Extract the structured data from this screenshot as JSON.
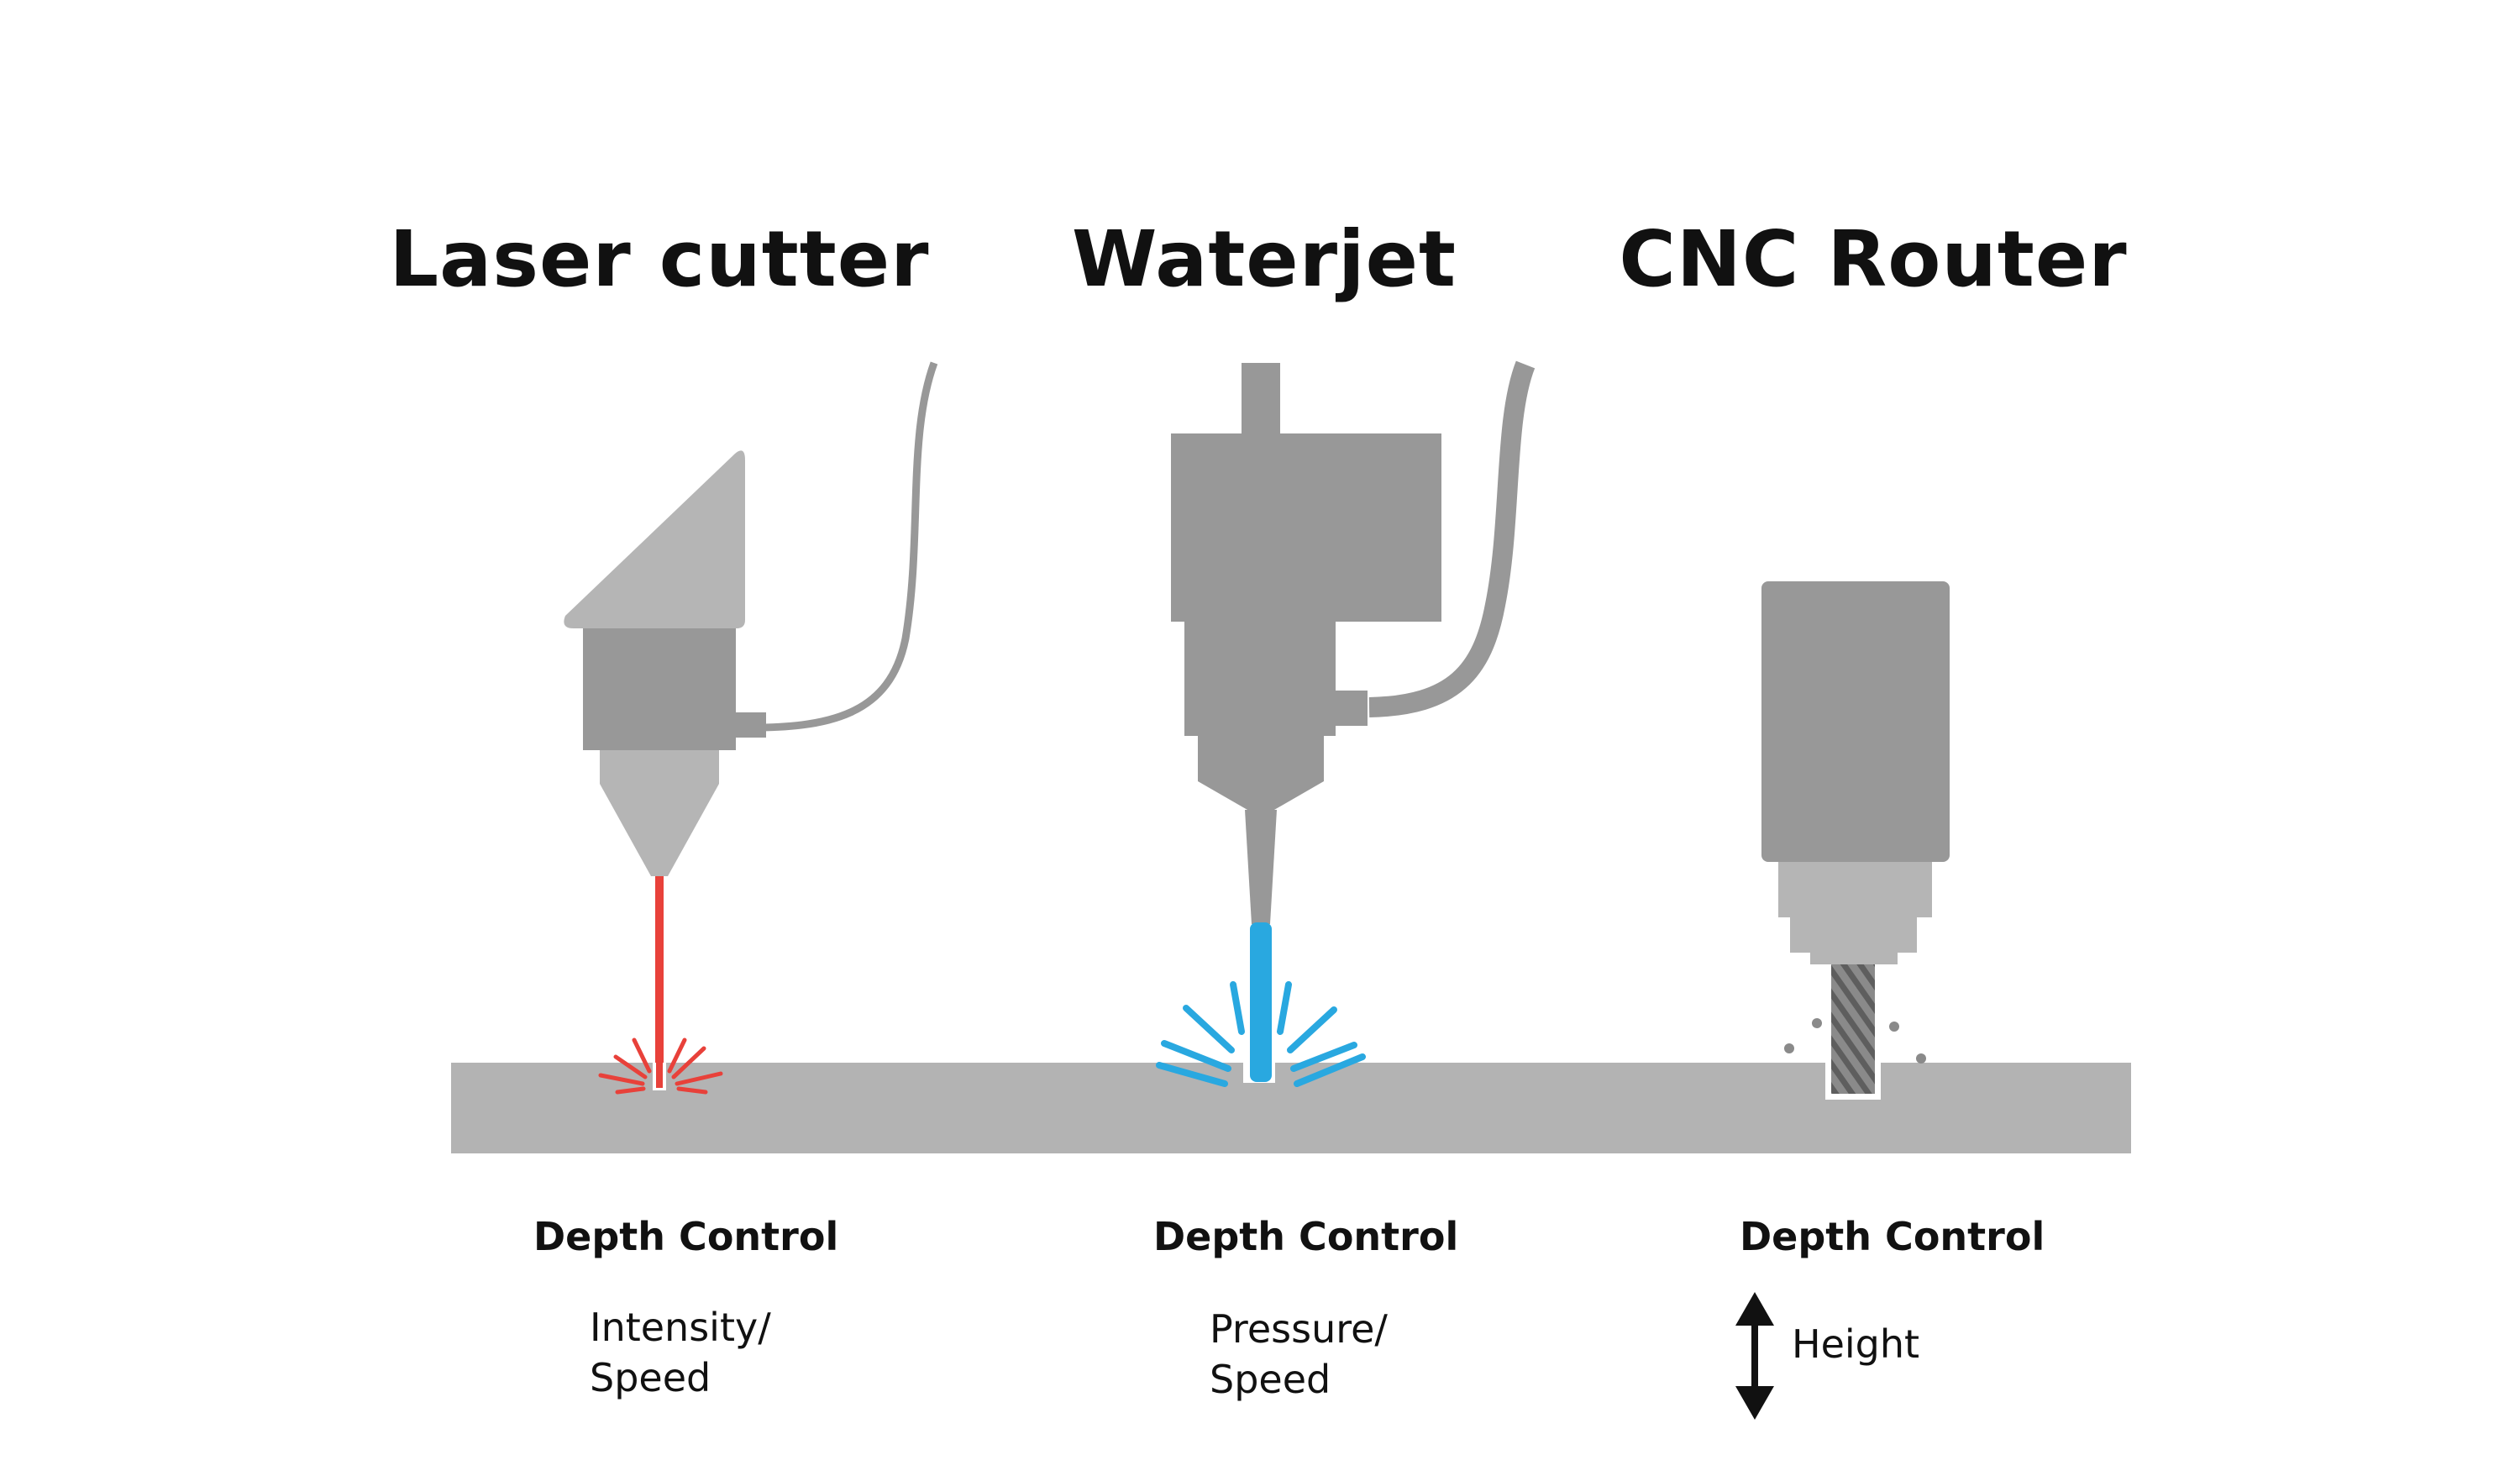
{
  "machines": [
    {
      "id": "laser",
      "title": "Laser cutter",
      "depth_control": "Depth Control",
      "legend_line1": "Intensity/",
      "legend_line2": "Speed",
      "legend_icon": "red-gradient-bar-icon"
    },
    {
      "id": "waterjet",
      "title": "Waterjet",
      "depth_control": "Depth Control",
      "legend_line1": "Pressure/",
      "legend_line2": "Speed",
      "legend_icon": "blue-gradient-bar-icon"
    },
    {
      "id": "cnc",
      "title": "CNC Router",
      "depth_control": "Depth Control",
      "legend_line1": "Height",
      "legend_icon": "vertical-double-arrow-icon"
    }
  ],
  "colors": {
    "laser_beam": "#e8413a",
    "water_jet": "#29a8e0",
    "material": "#b3b3b3",
    "machine_dark": "#989898",
    "machine_light": "#b5b5b5",
    "text": "#111111"
  }
}
